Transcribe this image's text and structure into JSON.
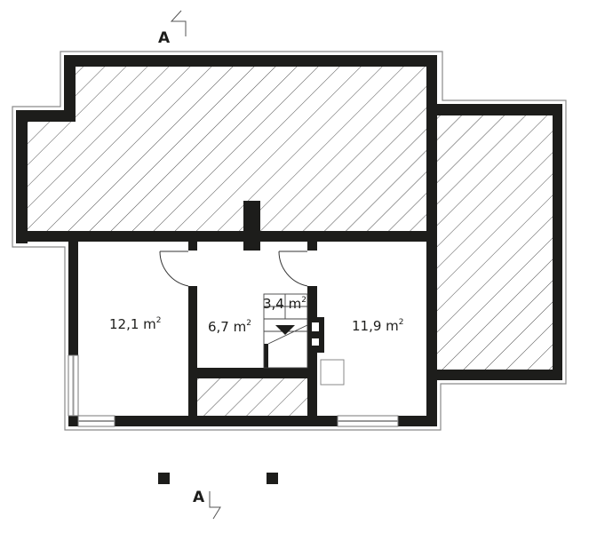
{
  "plan": {
    "rooms": [
      {
        "area": "12,1 m",
        "unit_exp": "2"
      },
      {
        "area": "6,7 m",
        "unit_exp": "2"
      },
      {
        "area": "3,4 m",
        "unit_exp": "2"
      },
      {
        "area": "11,9 m",
        "unit_exp": "2"
      }
    ],
    "section_marks": {
      "top": "A",
      "bottom": "A"
    }
  },
  "colors": {
    "wall": "#1d1d1b",
    "hatch": "#3a3a3a",
    "outline": "#8a8a8a"
  }
}
